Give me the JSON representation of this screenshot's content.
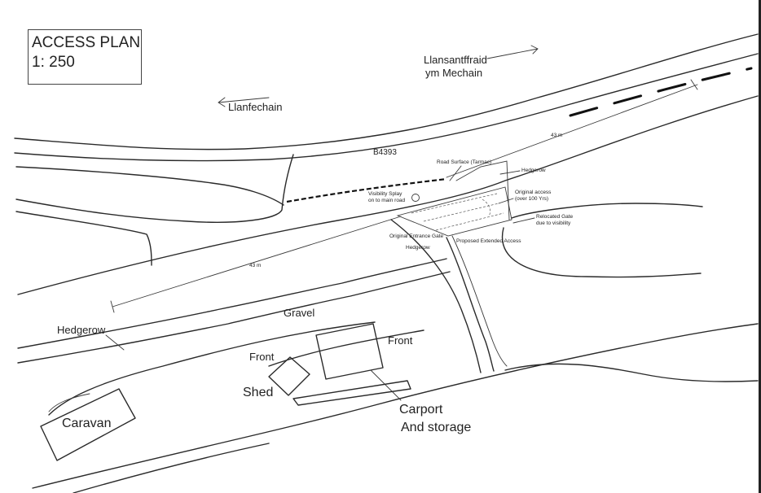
{
  "plan": {
    "title_line1": "ACCESS PLAN",
    "title_line2": "1: 250"
  },
  "directions": {
    "east": "Llansantffraid",
    "east_line2": "ym Mechain",
    "west": "Llanfechain"
  },
  "labels": {
    "road": "B4393",
    "road_surface": "Road Surface (Tarmac)",
    "hedgerow_top": "Hedgerow",
    "visibility_splay_1": "Visibility Splay",
    "visibility_splay_2": "on to main road",
    "original_access_1": "Original access",
    "original_access_2": "(over 100 Yrs)",
    "relocated_gate_1": "Relocated Gate",
    "relocated_gate_2": "due to visibility",
    "original_entrance_gate": "Original Entrance Gate",
    "hedgerow_small": "Hedgerow",
    "proposed_access": "Proposed Extended Access",
    "dim_top": "43 m",
    "dim_bottom": "43 m",
    "hedgerow_left": "Hedgerow",
    "gravel": "Gravel",
    "front_carport": "Front",
    "front_shed": "Front",
    "shed": "Shed",
    "caravan": "Caravan",
    "carport_1": "Carport",
    "carport_2": "And storage"
  }
}
